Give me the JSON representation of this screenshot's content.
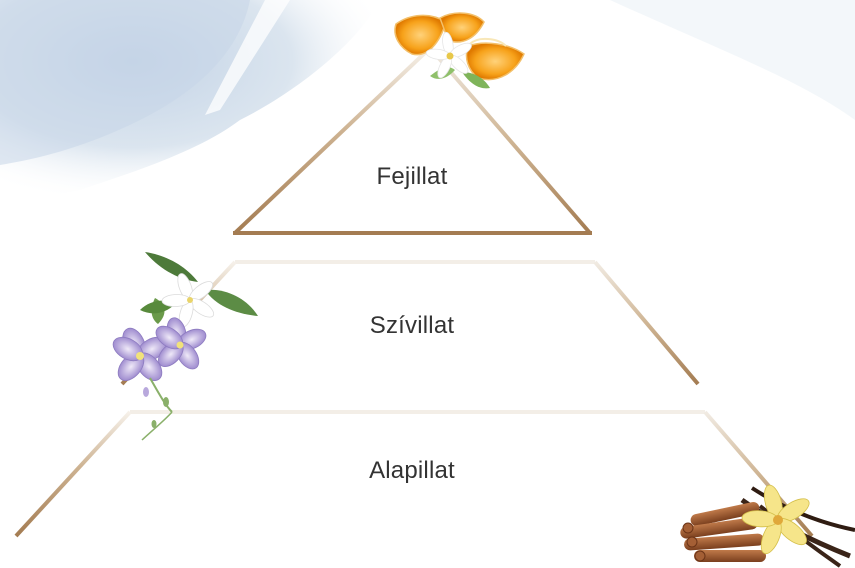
{
  "pyramid": {
    "tiers": [
      {
        "label": "Fejillat"
      },
      {
        "label": "Szívillat"
      },
      {
        "label": "Alapillat"
      }
    ]
  },
  "colors": {
    "outline_dark": "#a47c52",
    "outline_light": "#f2ece4",
    "sky": "#c9d8e8",
    "text": "#333333"
  },
  "decorations": [
    "orange-blossom-icon",
    "jasmine-freesia-icon",
    "cinnamon-vanilla-icon"
  ]
}
